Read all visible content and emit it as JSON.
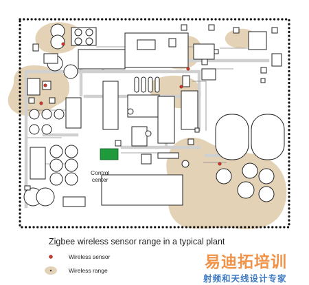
{
  "caption": "Zigbee wireless sensor range in a typical plant",
  "control_center": {
    "line1": "Control",
    "line2": "center"
  },
  "legend": {
    "sensor_label": "Wireless sensor",
    "range_label": "Wireless range"
  },
  "watermark": {
    "line1": "易迪拓培训",
    "line2": "射频和天线设计专家"
  },
  "colors": {
    "range_fill": "#e3d2b6",
    "sensor_dot": "#c9362b",
    "control_center_fill": "#1f9b3c",
    "pipe_gray": "#d0d0d0",
    "equipment_stroke": "#222222"
  }
}
